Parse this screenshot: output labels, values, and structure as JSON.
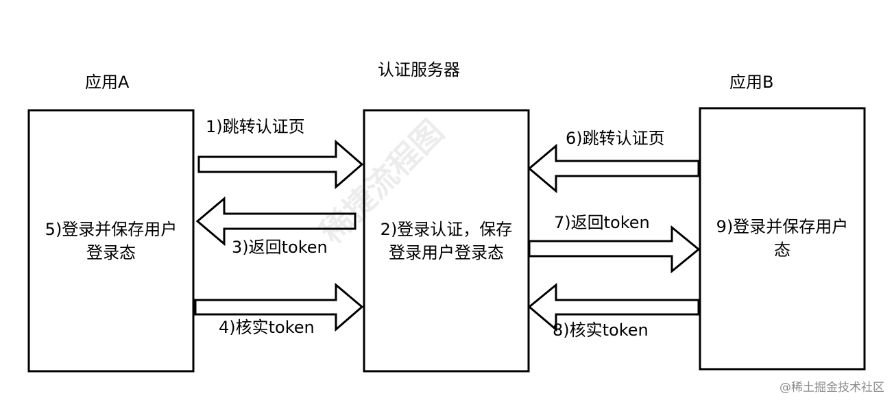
{
  "nodes": {
    "app_a": {
      "title": "应用A",
      "lines": [
        "5)登录并保存用户",
        "登录态"
      ]
    },
    "auth_server": {
      "title": "认证服务器",
      "lines": [
        "2)登录认证，保存",
        "登录用户登录态"
      ]
    },
    "app_b": {
      "title": "应用B",
      "lines": [
        "9)登录并保存用户",
        "态"
      ]
    }
  },
  "edges": {
    "e1": "1)跳转认证页",
    "e3": "3)返回token",
    "e4": "4)核实token",
    "e6": "6)跳转认证页",
    "e7": "7)返回token",
    "e8": "8)核实token"
  },
  "watermark": "掘金 稀土掘金技术社区",
  "watermark_text": "稀捷流程图",
  "source_credit": "@稀土掘金技术社区",
  "colors": {
    "stroke": "#000000",
    "fill": "#ffffff",
    "credit": "#8a8a8a"
  }
}
